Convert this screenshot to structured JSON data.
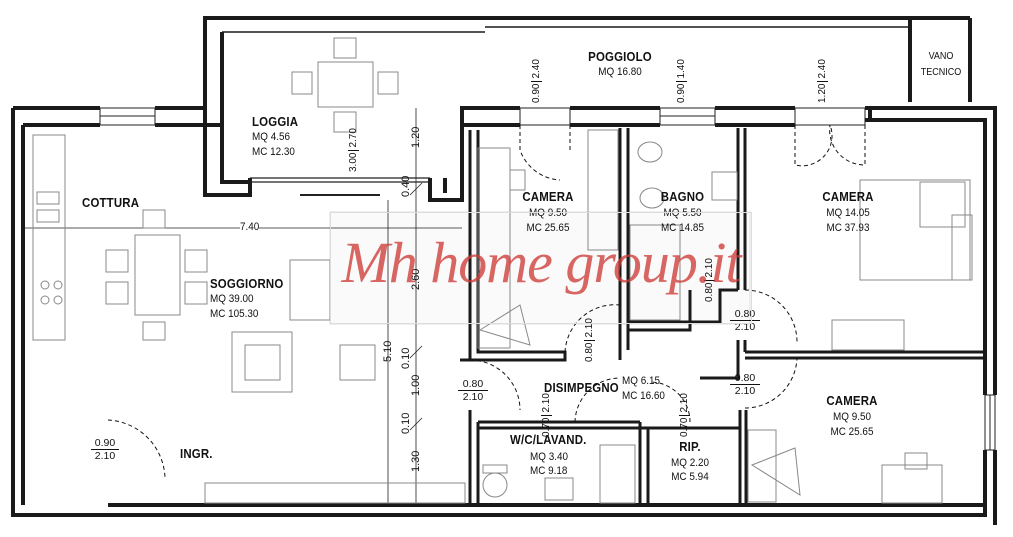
{
  "rooms": {
    "poggiolo": {
      "name": "POGGIOLO",
      "area": "MQ 16.80"
    },
    "vano_tecnico": {
      "line1": "VANO",
      "line2": "TECNICO"
    },
    "loggia": {
      "name": "LOGGIA",
      "area": "MQ  4.56",
      "volume": "MC 12.30"
    },
    "cottura": {
      "name": "COTTURA"
    },
    "soggiorno": {
      "name": "SOGGIORNO",
      "area": "MQ 39.00",
      "volume": "MC 105.30"
    },
    "camera_1": {
      "name": "CAMERA",
      "area": "MQ  9.50",
      "volume": "MC  25.65"
    },
    "bagno": {
      "name": "BAGNO",
      "area": "MQ  5.50",
      "volume": "MC  14.85"
    },
    "camera_2": {
      "name": "CAMERA",
      "area": "MQ 14.05",
      "volume": "MC 37.93"
    },
    "disimpegno": {
      "name": "DISIMPEGNO",
      "area": "MQ  6.15",
      "volume": "MC 16.60"
    },
    "camera_3": {
      "name": "CAMERA",
      "area": "MQ  9.50",
      "volume": "MC 25.65"
    },
    "wc_lavand": {
      "name": "W/C/LAVAND.",
      "area": "MQ 3.40",
      "volume": "MC 9.18"
    },
    "rip": {
      "name": "RIP.",
      "area": "MQ 2.20",
      "volume": "MC 5.94"
    },
    "ingr": {
      "name": "INGR."
    }
  },
  "dimensions": {
    "d740": "7.40",
    "d510": "5.10",
    "d260": "2.60",
    "d120": "1.20",
    "d040": "0.40",
    "d010a": "0.10",
    "d100": "1.00",
    "d010b": "0.10",
    "d130": "1.30",
    "loggia_window": {
      "w": "3.00",
      "h": "2.70"
    }
  },
  "openings": {
    "window_camera1": {
      "w": "0.90",
      "h": "2.40"
    },
    "window_bagno": {
      "w": "0.90",
      "h": "1.40"
    },
    "window_camera2": {
      "w": "1.20",
      "h": "2.40"
    },
    "door_bagno": {
      "w": "0.80",
      "h": "2.10"
    },
    "door_camera2": {
      "w": "0.80",
      "h": "2.10"
    },
    "door_camera1": {
      "w": "0.80",
      "h": "2.10"
    },
    "door_camera3": {
      "w": "0.80",
      "h": "2.10"
    },
    "door_disimpegno": {
      "w": "0.80",
      "h": "2.10"
    },
    "door_wc": {
      "w": "0.70",
      "h": "2.10"
    },
    "door_rip": {
      "w": "0.70",
      "h": "2.10"
    },
    "door_ingr": {
      "w": "0.90",
      "h": "2.10"
    }
  },
  "watermark": {
    "text": "Mh home group.it"
  },
  "colors": {
    "wall": "#1a1a1a",
    "line": "#222222",
    "furniture": "#888888",
    "watermark": "#cd3c37"
  }
}
